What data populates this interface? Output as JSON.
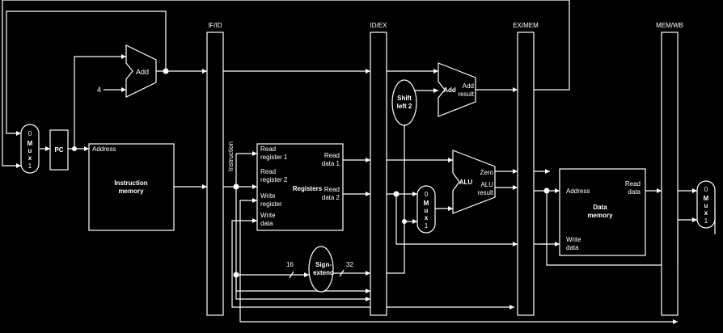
{
  "pipeline_registers": {
    "ifid": "IF/ID",
    "idex": "ID/EX",
    "exmem": "EX/MEM",
    "memwb": "MEM/WB"
  },
  "pc_label": "PC",
  "pc_add": {
    "label": "Add",
    "constant": "4"
  },
  "pc_mux": {
    "in0": "0",
    "m": "M",
    "u": "u",
    "x": "x",
    "in1": "1"
  },
  "instruction_memory": {
    "address": "Address",
    "title_line1": "Instruction",
    "title_line2": "memory"
  },
  "instruction_label": "Instruction",
  "registers": {
    "read_register1_a": "Read",
    "read_register1_b": "register 1",
    "read_register2_a": "Read",
    "read_register2_b": "register 2",
    "write_register_a": "Write",
    "write_register_b": "register",
    "write_data_a": "Write",
    "write_data_b": "data",
    "read_data1_a": "Read",
    "read_data1_b": "data 1",
    "read_data2_a": "Read",
    "read_data2_b": "data 2",
    "title": "Registers"
  },
  "sign_extend": {
    "line1": "Sign-",
    "line2": "extend",
    "in_width": "16",
    "out_width": "32"
  },
  "shift_left": {
    "line1": "Shift",
    "line2": "left 2"
  },
  "branch_add": {
    "label": "Add",
    "result_a": "Add",
    "result_b": "result"
  },
  "alu_mux": {
    "in0": "0",
    "m": "M",
    "u": "u",
    "x": "x",
    "in1": "1"
  },
  "alu": {
    "label": "ALU",
    "zero": "Zero",
    "result_a": "ALU",
    "result_b": "result"
  },
  "data_memory": {
    "address": "Address",
    "read_data_a": "Read",
    "read_data_b": "data",
    "write_data_a": "Write",
    "write_data_b": "data",
    "title_line1": "Data",
    "title_line2": "memory"
  },
  "wb_mux": {
    "in0": "0",
    "m": "M",
    "u": "u",
    "x": "x",
    "in1": "1"
  }
}
